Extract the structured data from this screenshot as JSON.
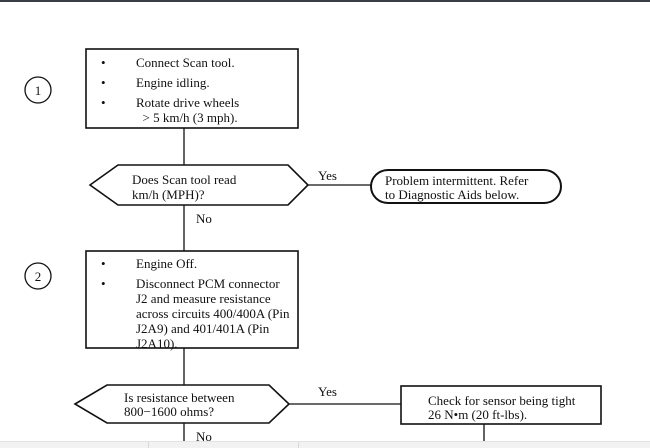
{
  "steps": [
    {
      "number": "1",
      "actions": [
        "Connect Scan tool.",
        "Engine idling.",
        "Rotate drive wheels\n  > 5 km/h (3 mph)."
      ]
    },
    {
      "number": "2",
      "actions": [
        "Engine Off.",
        "Disconnect PCM connector\nJ2 and measure resistance\nacross circuits 400/400A (Pin\nJ2A9) and 401/401A (Pin\nJ2A10)."
      ]
    }
  ],
  "decisions": [
    {
      "question_line1": "Does Scan tool read",
      "question_line2": "km/h (MPH)?",
      "yes_label": "Yes",
      "no_label": "No",
      "yes_result_line1": "Problem intermittent. Refer",
      "yes_result_line2": "to Diagnostic Aids below."
    },
    {
      "question_line1": "Is resistance between",
      "question_line2": "800−1600 ohms?",
      "yes_label": "Yes",
      "no_label": "No",
      "yes_result_line1": "Check for sensor being tight",
      "yes_result_line2": "26 N•m (20 ft-lbs)."
    }
  ]
}
